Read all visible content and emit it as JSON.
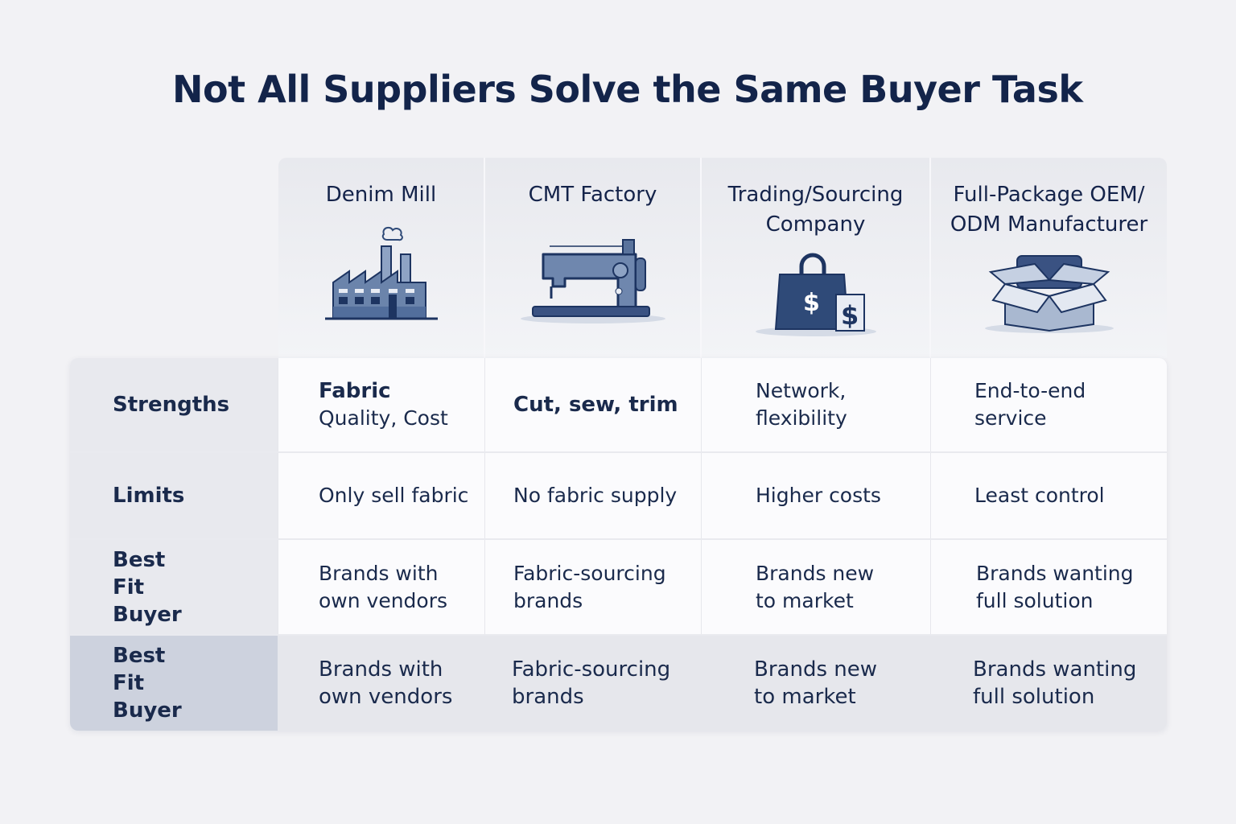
{
  "title": "Not All Suppliers Solve the Same Buyer Task",
  "columns": [
    {
      "name": "Denim Mill",
      "icon": "factory-icon"
    },
    {
      "name": "CMT Factory",
      "icon": "sewing-machine-icon"
    },
    {
      "name": "Trading/Sourcing Company",
      "icon": "shopping-bag-dollar-icon"
    },
    {
      "name": "Full-Package OEM/ ODM Manufacturer",
      "icon": "open-box-icon"
    }
  ],
  "rows": [
    {
      "label": "Strengths",
      "cells": [
        {
          "bold": "Fabric",
          "text": "Quality, Cost"
        },
        {
          "bold": "Cut, sew, trim",
          "text": ""
        },
        {
          "bold": "",
          "text": "Network, flexibility"
        },
        {
          "bold": "",
          "text": "End-to-end service"
        }
      ]
    },
    {
      "label": "Limits",
      "cells": [
        "Only sell fabric",
        "No fabric supply",
        "Higher costs",
        "Least control"
      ]
    },
    {
      "label": "Best Fit Buyer",
      "cells": [
        "Brands with own vendors",
        "Fabric-sourcing brands",
        "Brands new to market",
        "Brands wanting full solution"
      ]
    },
    {
      "label": "Best Fit Buyer",
      "cells": [
        "Brands with own vendors",
        "Fabric-sourcing brands",
        "Brands new to market",
        "Brands wanting full solution"
      ]
    }
  ],
  "colors": {
    "text": "#14234a",
    "icon": "#4a6590",
    "highlight": "#cdd2de"
  }
}
